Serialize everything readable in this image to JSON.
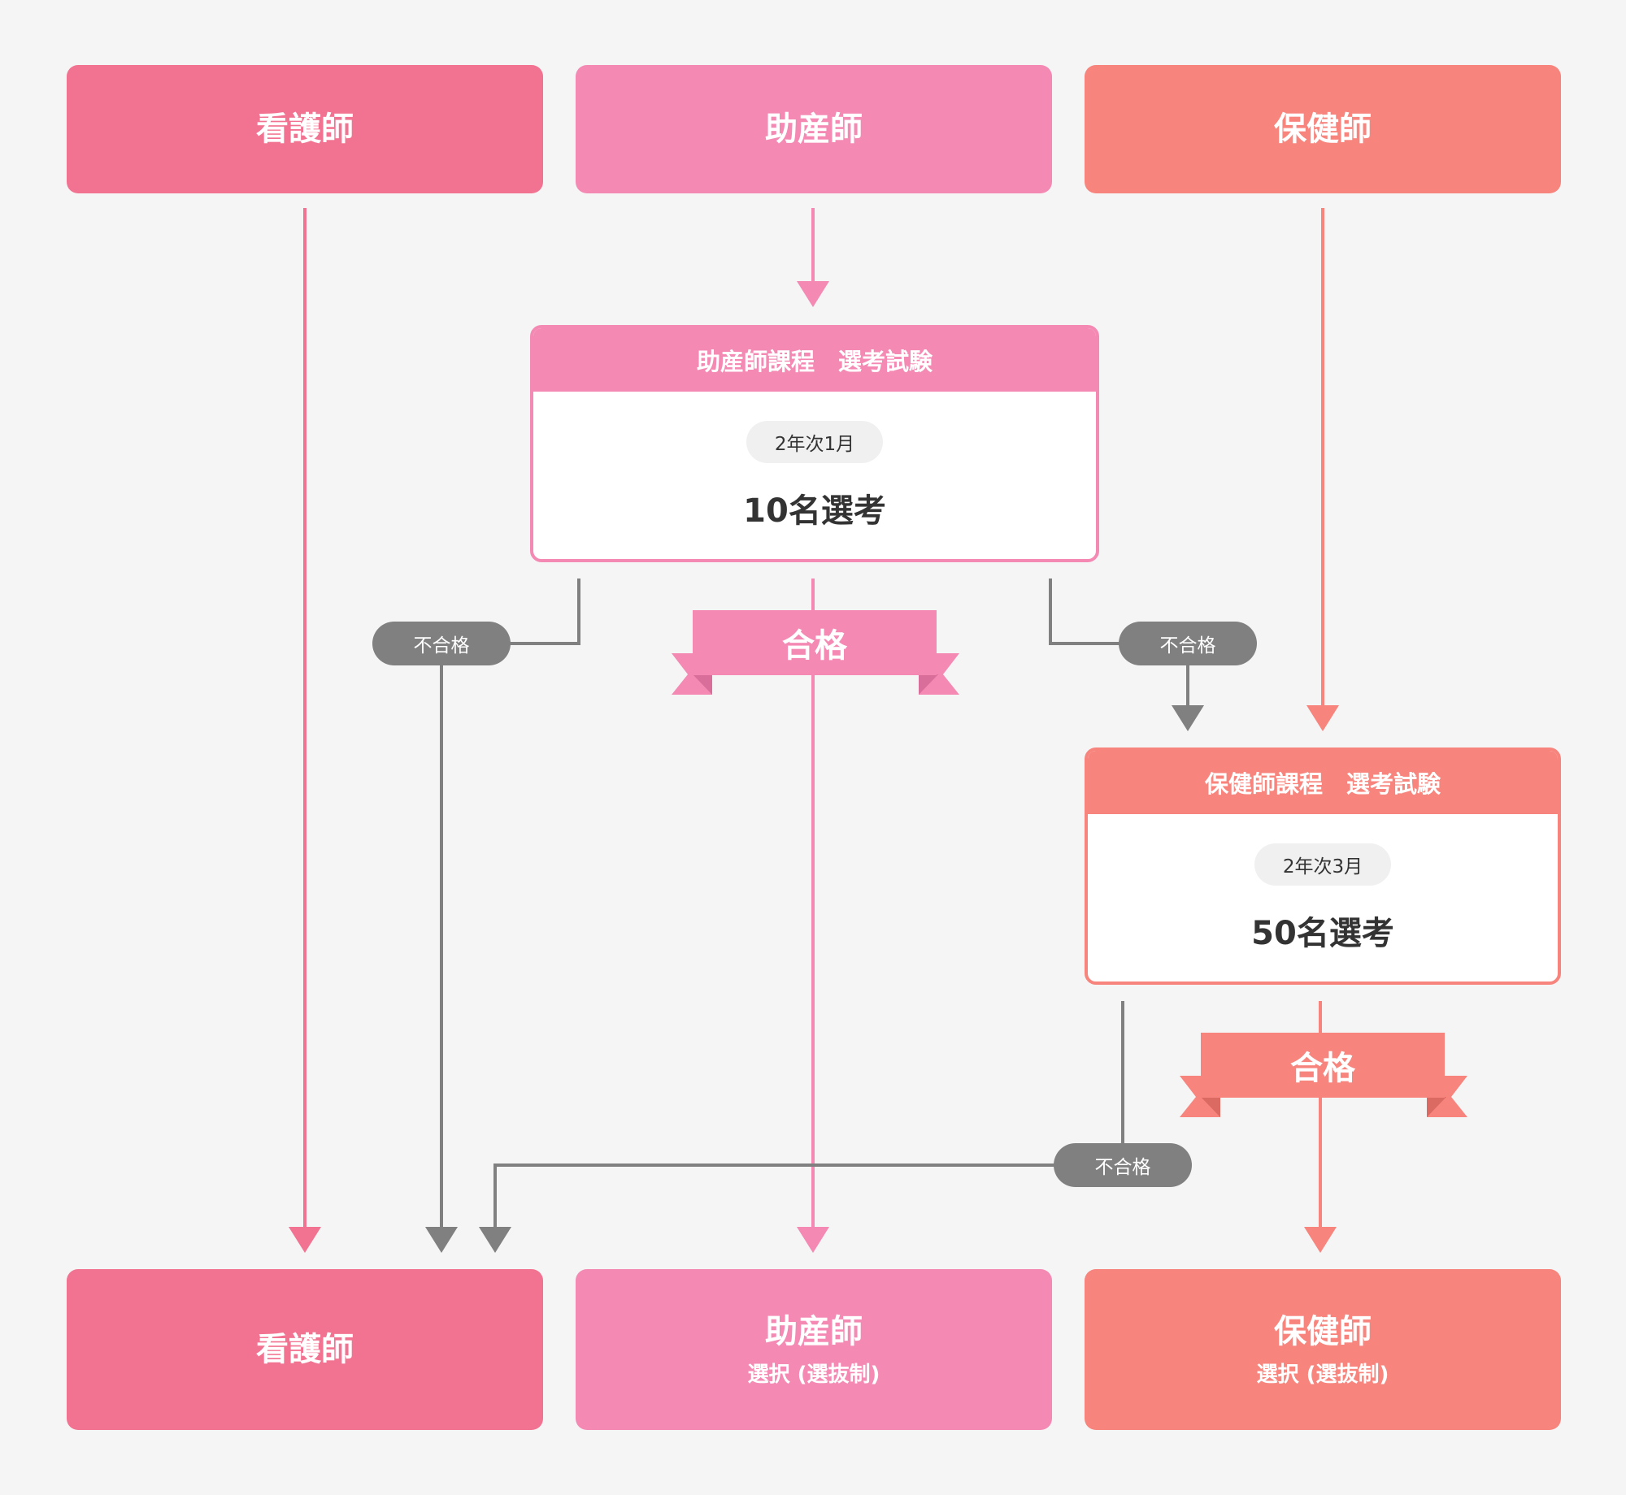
{
  "colors": {
    "nurse": "#f27391",
    "midwife": "#f48ab4",
    "public_health_nurse": "#f7847d",
    "fail": "#808080",
    "background": "#f5f5f5"
  },
  "top": {
    "nurse": "看護師",
    "midwife": "助産師",
    "public_health_nurse": "保健師"
  },
  "midwife_exam": {
    "title": "助産師課程　選考試験",
    "date": "2年次1月",
    "count": "10名選考"
  },
  "phn_exam": {
    "title": "保健師課程　選考試験",
    "date": "2年次3月",
    "count": "50名選考"
  },
  "labels": {
    "fail": "不合格",
    "pass": "合格"
  },
  "bottom": {
    "nurse": "看護師",
    "midwife": "助産師",
    "midwife_sub": "選択 (選抜制)",
    "public_health_nurse": "保健師",
    "public_health_nurse_sub": "選択 (選抜制)"
  }
}
